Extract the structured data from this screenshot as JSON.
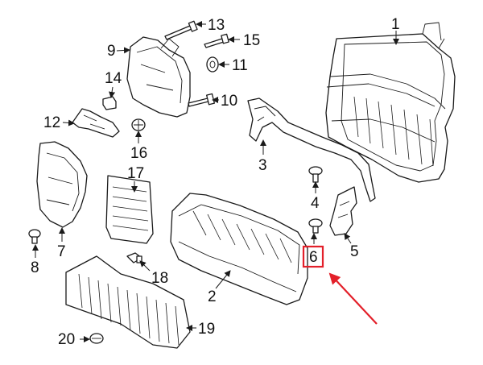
{
  "colors": {
    "line": "#1a1a1a",
    "highlight": "#e3202a",
    "background": "#ffffff"
  },
  "highlighted_callout": "6",
  "callouts": {
    "c1": "1",
    "c2": "2",
    "c3": "3",
    "c4": "4",
    "c5": "5",
    "c6": "6",
    "c7": "7",
    "c8": "8",
    "c9": "9",
    "c10": "10",
    "c11": "11",
    "c12": "12",
    "c13": "13",
    "c14": "14",
    "c15": "15",
    "c16": "16",
    "c17": "17",
    "c18": "18",
    "c19": "19",
    "c20": "20"
  }
}
